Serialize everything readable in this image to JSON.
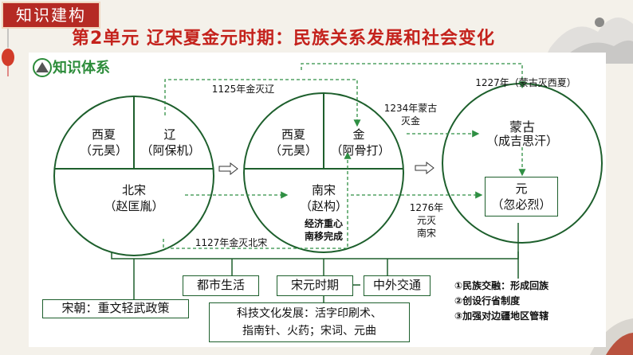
{
  "header": {
    "badge": "知识建构",
    "title": "第2单元   辽宋夏金元时期：民族关系发展和社会变化"
  },
  "section_title": "知识体系",
  "circle_left": {
    "top_left_1": "西夏",
    "top_left_2": "（元昊）",
    "top_right_1": "辽",
    "top_right_2": "（阿保机）",
    "bottom_1": "北宋",
    "bottom_2": "（赵匡胤）"
  },
  "circle_mid": {
    "top_left_1": "西夏",
    "top_left_2": "（元昊）",
    "top_right_1": "金",
    "top_right_2": "（阿骨打）",
    "bottom_1": "南宋",
    "bottom_2": "（赵构）",
    "note_1": "经济重心",
    "note_2": "南移完成"
  },
  "circle_right": {
    "top_1": "蒙古",
    "top_2": "（成吉思汗）",
    "box_1": "元",
    "box_2": "（忽必烈）"
  },
  "events": {
    "e1125": "1125年金灭辽",
    "e1127": "1127年金灭北宋",
    "e1227": "1227年（蒙古灭西夏）",
    "e1234_1": "1234年蒙古",
    "e1234_2": "灭金",
    "e1276_1": "1276年",
    "e1276_2": "元灭",
    "e1276_3": "南宋"
  },
  "bottom": {
    "city_life": "都市生活",
    "song_yuan": "宋元时期",
    "foreign": "中外交通",
    "song_policy": "宋朝：重文轻武政策",
    "tech_1": "科技文化发展：活字印刷术、",
    "tech_2": "指南针、火药；宋词、元曲",
    "yuan_points": [
      "①民族交融：形成回族",
      "②创设行省制度",
      "③加强对边疆地区管辖"
    ]
  },
  "colors": {
    "accent_red": "#c4221c",
    "badge_red": "#b52a24",
    "green": "#1d5f2c",
    "section_green": "#2c8c3a"
  }
}
